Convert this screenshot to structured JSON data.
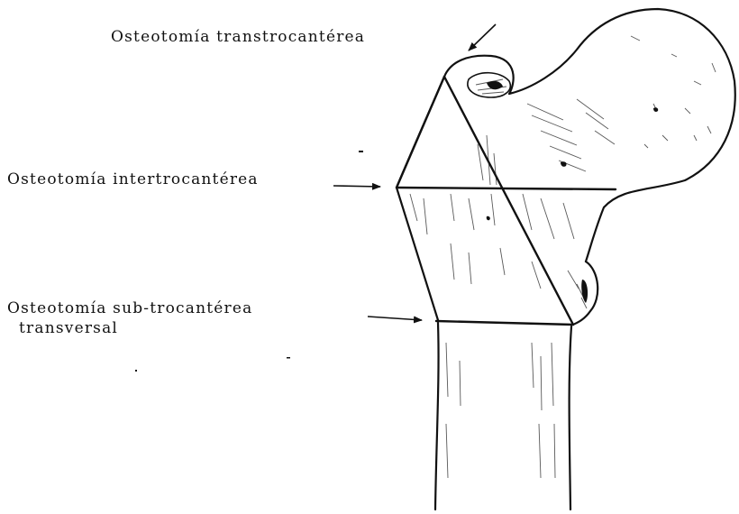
{
  "labels": {
    "transtrocanterea": "Osteotomía transtrocantérea",
    "intertrocanterea": "Osteotomía intertrocantérea",
    "subtrocanterea_line1": "Osteotomía sub-trocantérea",
    "subtrocanterea_line2": "transversal"
  },
  "colors": {
    "ink": "#111111",
    "background": "#ffffff"
  }
}
